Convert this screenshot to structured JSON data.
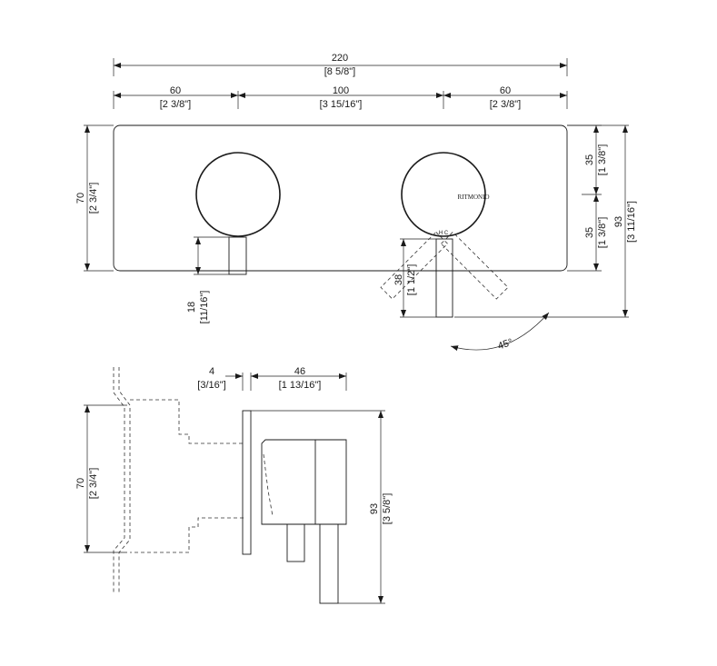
{
  "front_view": {
    "width_total": "220",
    "width_total_in": "[8 5/8\"]",
    "seg_left": "60",
    "seg_left_in": "[2 3/8\"]",
    "seg_mid": "100",
    "seg_mid_in": "[3 15/16\"]",
    "seg_right": "60",
    "seg_right_in": "[2 3/8\"]",
    "height": "70",
    "height_in": "[2 3/4\"]",
    "upper_right": "35",
    "upper_right_in": "[1 3/8\"]",
    "lower_right": "35",
    "lower_right_in": "[1 3/8\"]",
    "overall_height": "93",
    "overall_height_in": "[3 11/16\"]",
    "stem_short": "18",
    "stem_short_in": "[11/16\"]",
    "lever_length": "38",
    "lever_length_in": "[1 1/2\"]",
    "rotation_angle": "45°",
    "brand_mark": "RITMONIO",
    "hot_cold": "H  C"
  },
  "side_view": {
    "plate_thickness": "4",
    "plate_thickness_in": "[3/16\"]",
    "body_depth": "46",
    "body_depth_in": "[1 13/16\"]",
    "height": "70",
    "height_in": "[2 3/4\"]",
    "overall_height": "93",
    "overall_height_in": "[3 5/8\"]"
  }
}
